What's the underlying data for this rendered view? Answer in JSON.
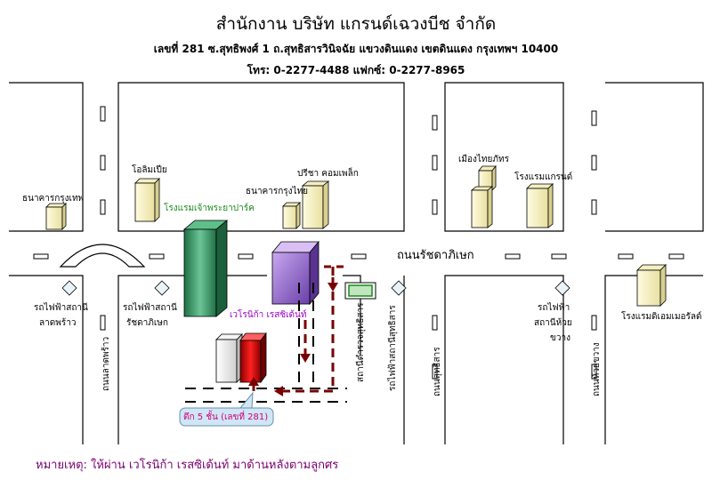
{
  "header": {
    "title": "สำนักงาน บริษัท แกรนด์เฉวงบีช จำกัด",
    "address": "เลขที่ 281 ซ.สุทธิพงศ์ 1 ถ.สุทธิสารวินิจฉัย แขวงดินแดง เขตดินแดง กรุงเทพฯ 10400",
    "phone": "โทร: 0-2277-4488 แฟกซ์: 0-2277-8965"
  },
  "map": {
    "roads": {
      "ratchada": "ถนนรัชดาภิเษก",
      "lat_phrao": "ถนนลาดพร้าว",
      "sutthisan": "ถนนสุทธิสาร",
      "huai_khwang": "ถนนห้วยขวาง"
    },
    "places": {
      "bangkok_bank": "ธนาคารกรุงเทพ",
      "olympia": "โอลิมเปีย",
      "chaophraya_park": "โรงแรมเจ้าพระยาปาร์ค",
      "thai_bank": "ธนาคารกรุงไทย",
      "pridi_complex": "ปรีชา คอมเพล็ก",
      "muang_thai": "เมืองไทยภัทร",
      "grand_hotel": "โรงแรมแกรนด์",
      "emerald_hotel": "โรงแรมดิเอมเมอรัลด์",
      "veronica": "เวโรนิก้า เรสซิเด้นท์",
      "sutthisan_police": "สถานีตำรวจสุทธิสาร",
      "office": "ตึก 5 ชั้น (เลขที่ 281)"
    },
    "stations": {
      "lat_phrao_1": "รถไฟฟ้าสถานี",
      "lat_phrao_2": "ลาดพร้าว",
      "ratchada_1": "รถไฟฟ้าสถานี",
      "ratchada_2": "รัชดาภิเษก",
      "sutthisan": "รถไฟฟ้าสถานีสุทธิสาร",
      "huai_khwang_1": "รถไฟฟ้า",
      "huai_khwang_2": "สถานีห้วย",
      "huai_khwang_3": "ขวาง"
    },
    "colors": {
      "road_outline": "#000000",
      "green_building": "#2e8b57",
      "purple_building": "#9966cc",
      "red_building": "#cc0000",
      "route_arrow": "#7a0000"
    }
  },
  "footer": {
    "note": "หมายเหตุ: ให้ผ่าน เวโรนิก้า เรสซิเด้นท์  มาด้านหลังตามลูกศร"
  }
}
